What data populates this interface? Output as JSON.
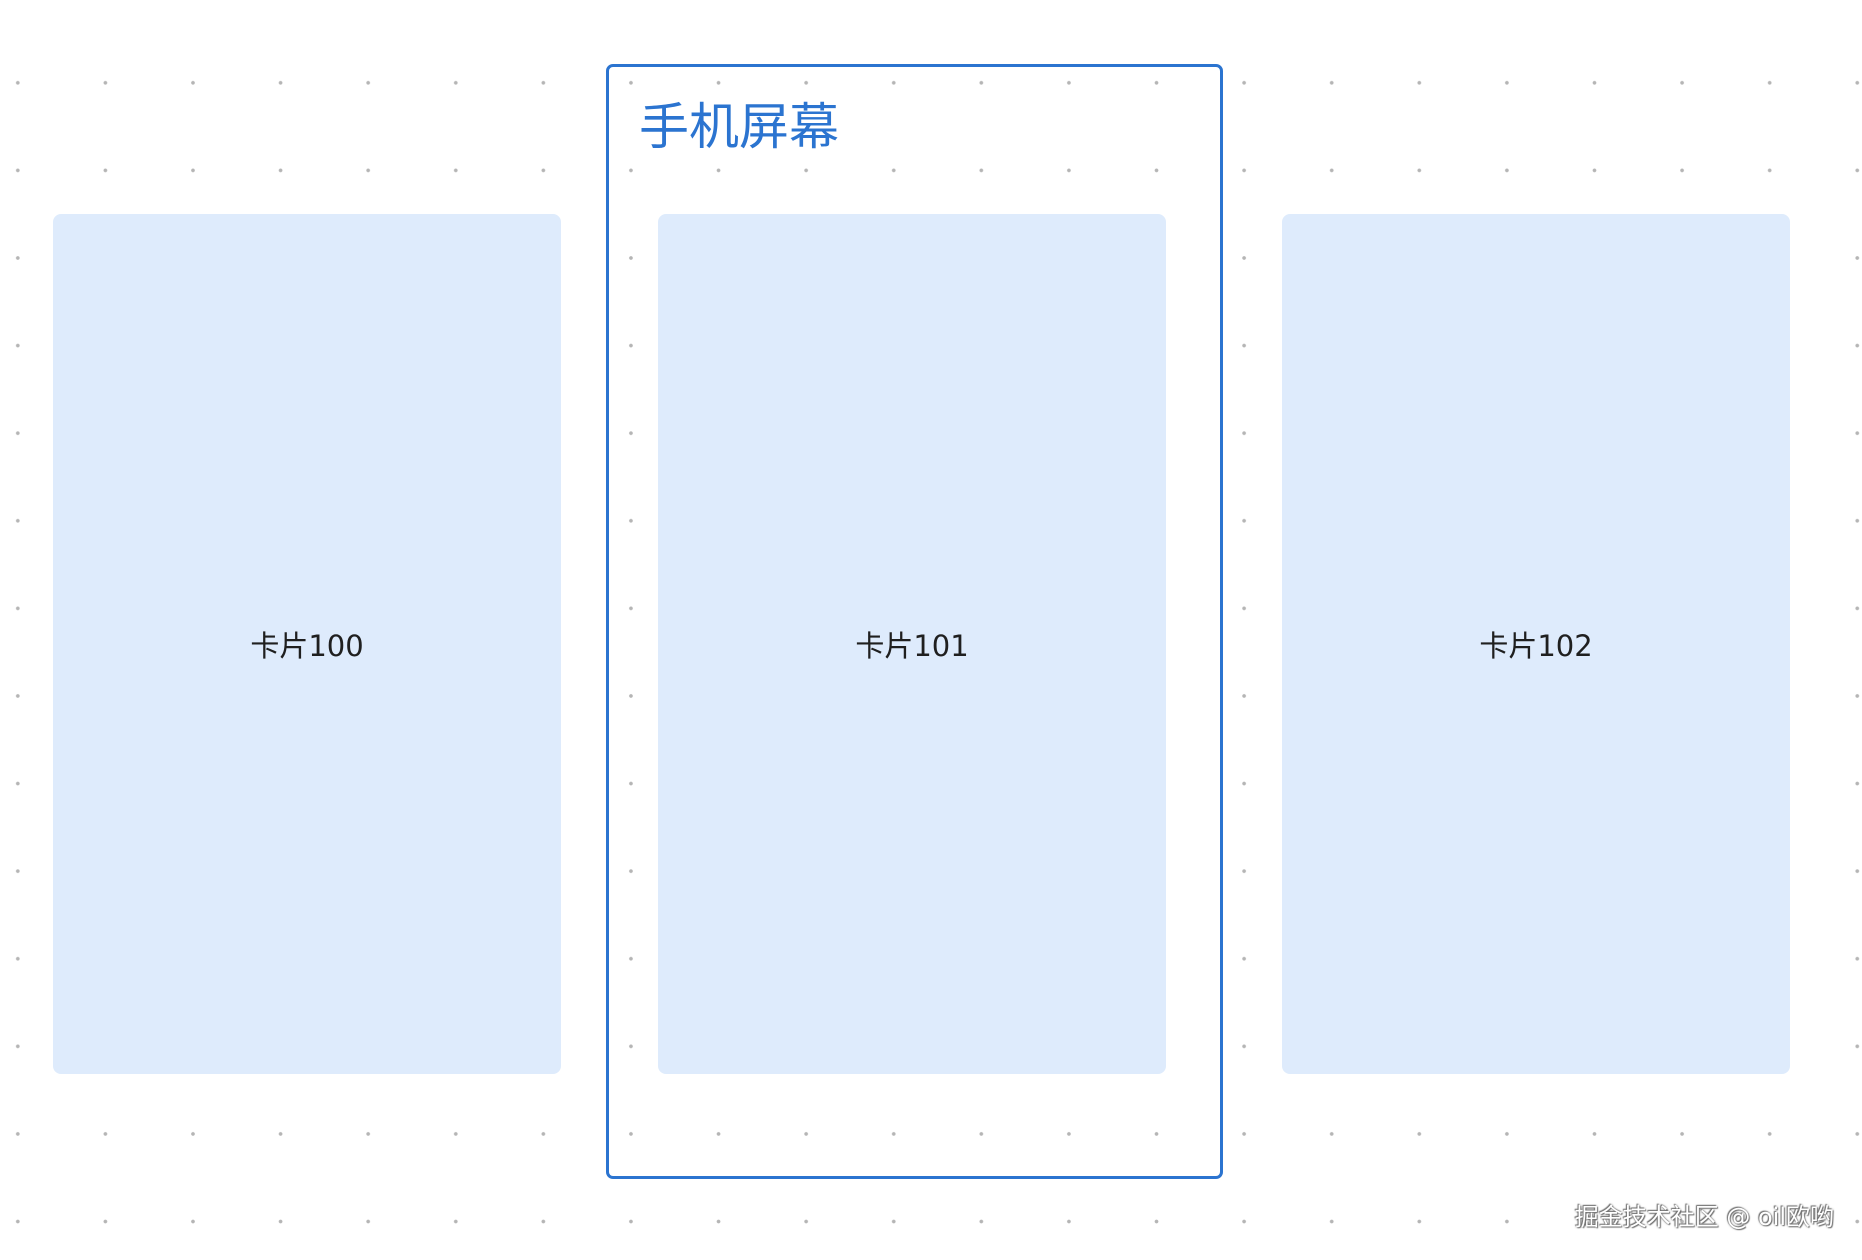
{
  "phone_screen": {
    "title": "手机屏幕",
    "border_color": "#2b74d0"
  },
  "cards": [
    {
      "label": "卡片100"
    },
    {
      "label": "卡片101"
    },
    {
      "label": "卡片102"
    }
  ],
  "card_color": "#deebfc",
  "watermark": "掘金技术社区 @ oil欧哟"
}
